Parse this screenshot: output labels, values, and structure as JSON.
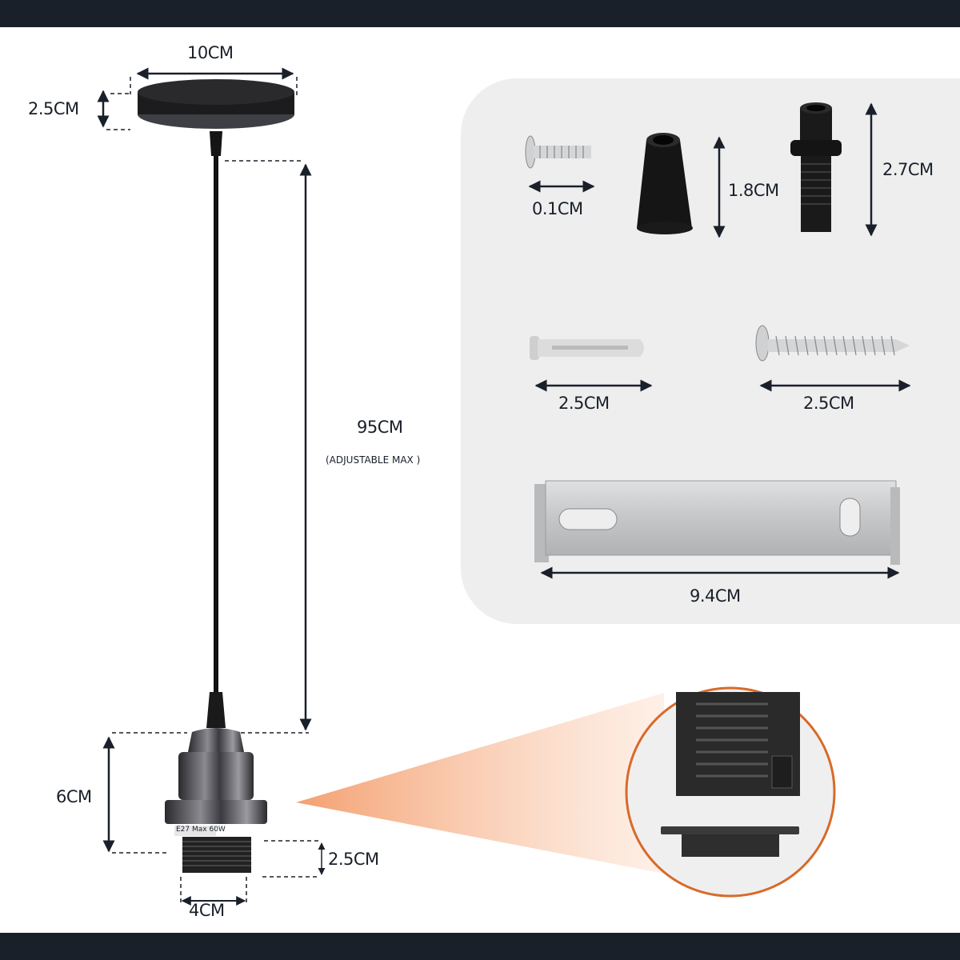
{
  "header_bar": {
    "color": "#1a202a"
  },
  "footer_bar": {
    "color": "#1a202a"
  },
  "pendant": {
    "ceiling_rose": {
      "width_label": "10CM",
      "height_label": "2.5CM"
    },
    "cable": {
      "length_label": "95CM",
      "note": "(ADJUSTABLE MAX )"
    },
    "lamp_holder": {
      "height_label": "6CM",
      "thread_height_label": "2.5CM",
      "thread_width_label": "4CM",
      "holder_marking": "E27 Max 60W"
    }
  },
  "accessories_panel": {
    "background": "#eeeeee",
    "items": [
      {
        "name": "machine screw",
        "label": "0.1CM"
      },
      {
        "name": "cord grip cone",
        "label": "1.8CM"
      },
      {
        "name": "threaded nipple",
        "label": "2.7CM"
      },
      {
        "name": "wall plug",
        "label": "2.5CM"
      },
      {
        "name": "wood screw",
        "label": "2.5CM"
      },
      {
        "name": "mounting bracket",
        "label": "9.4CM"
      }
    ]
  },
  "zoom_callout": {
    "accent": "#d86a2a",
    "subject": "threaded lamp holder with shade ring"
  }
}
